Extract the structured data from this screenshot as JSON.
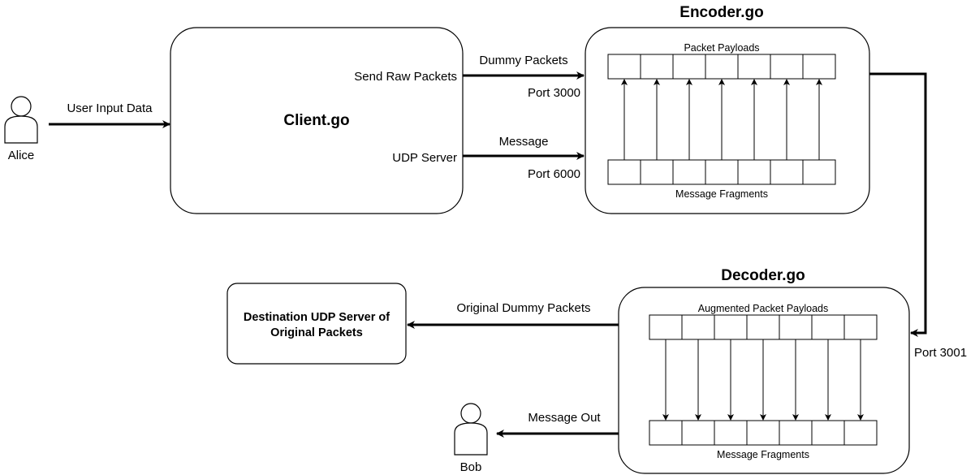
{
  "actors": {
    "alice": "Alice",
    "bob": "Bob"
  },
  "client": {
    "title": "Client.go",
    "send_raw_label": "Send Raw Packets",
    "udp_server_label": "UDP Server"
  },
  "encoder": {
    "title": "Encoder.go",
    "top_row_label": "Packet Payloads",
    "bottom_row_label": "Message Fragments",
    "cells": 7
  },
  "decoder": {
    "title": "Decoder.go",
    "top_row_label": "Augmented Packet Payloads",
    "bottom_row_label": "Message Fragments",
    "cells": 7
  },
  "destination": {
    "line1": "Destination UDP Server of",
    "line2": "Original Packets"
  },
  "edges": {
    "user_input": "User Input Data",
    "dummy_packets": "Dummy Packets",
    "port_3000": "Port 3000",
    "message": "Message",
    "port_6000": "Port 6000",
    "port_3001": "Port 3001",
    "original_dummy": "Original Dummy Packets",
    "message_out": "Message Out"
  }
}
